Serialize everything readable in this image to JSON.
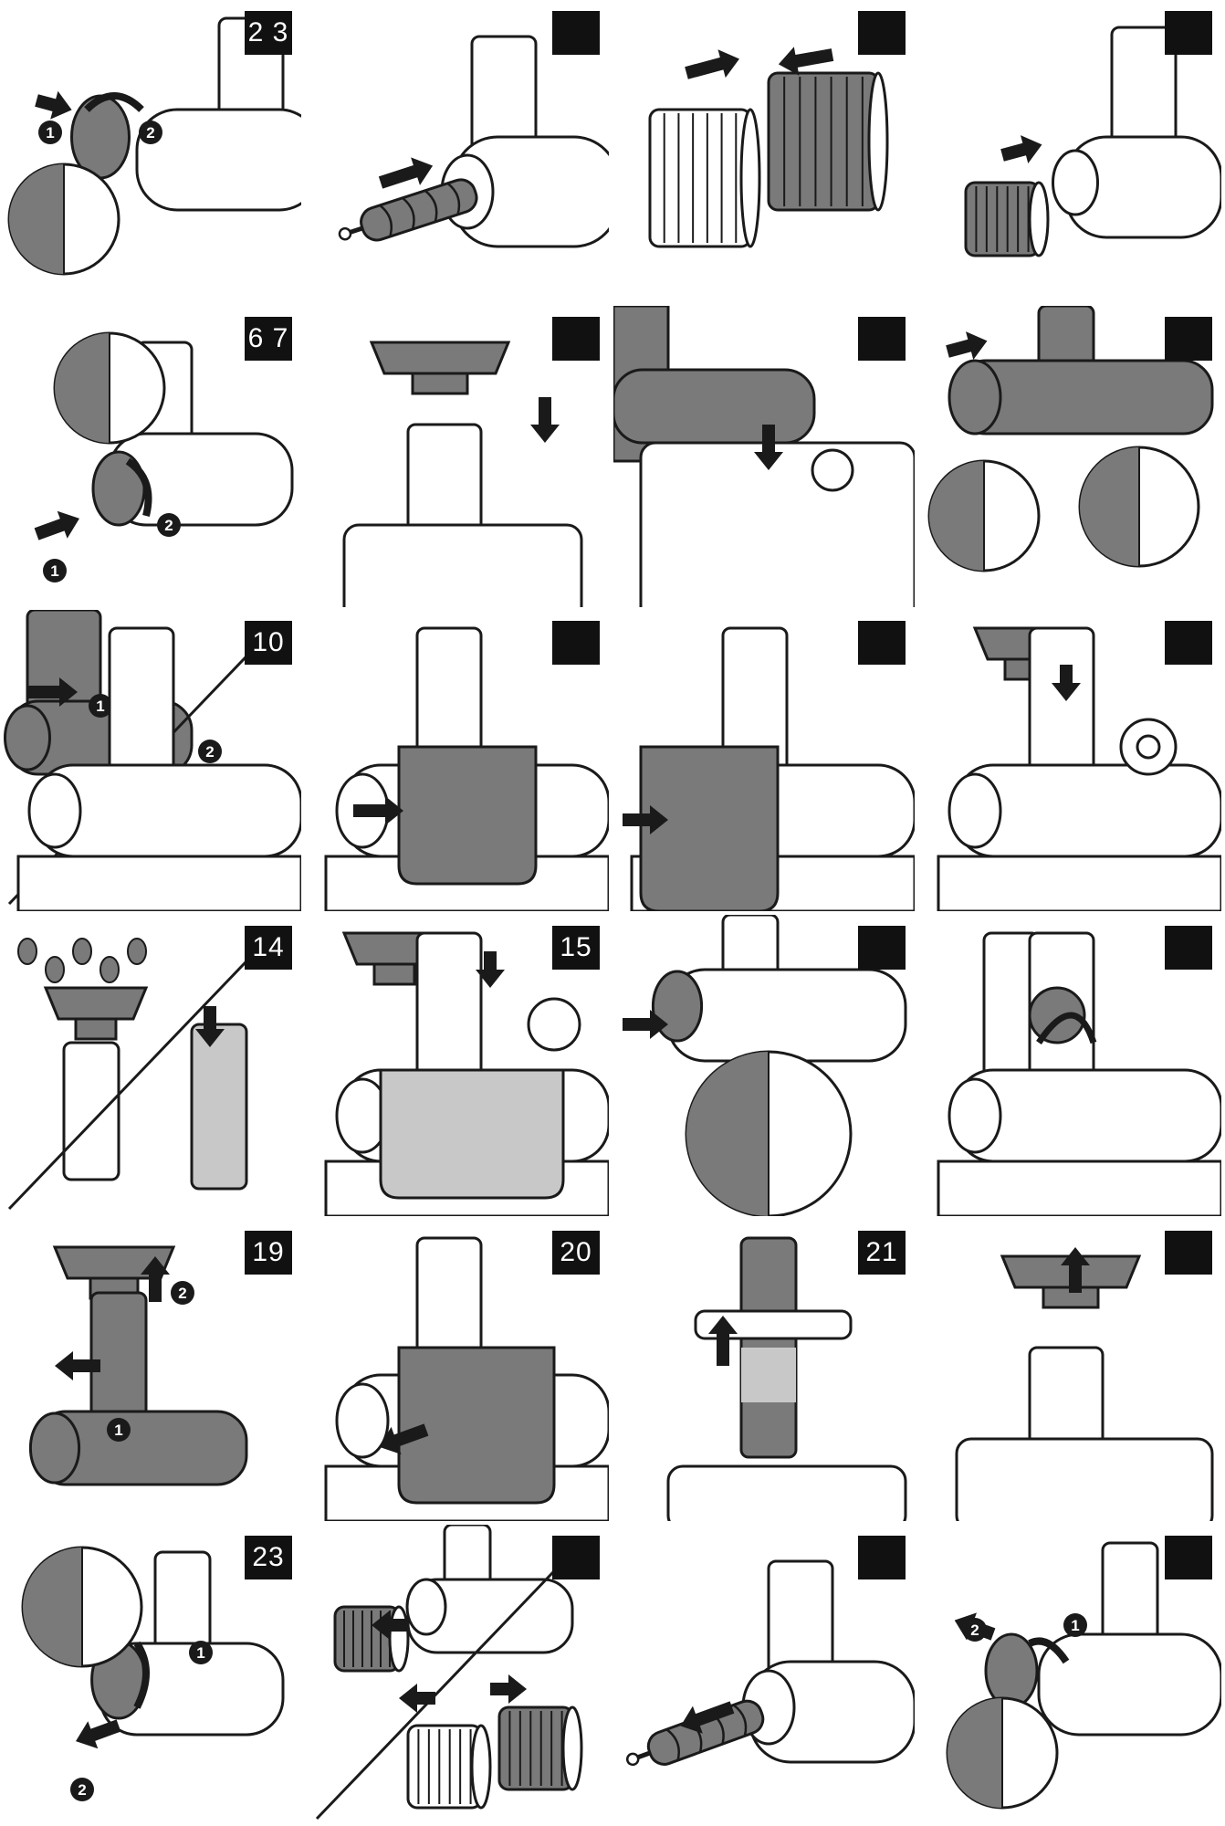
{
  "colors": {
    "ink": "#1a1a1a",
    "shade": "#7a7a7a",
    "light": "#c8c8c8",
    "paper": "#ffffff",
    "badge": "#111111"
  },
  "panels": [
    {
      "label": "2 3",
      "scene": "cap-twist"
    },
    {
      "label": "",
      "scene": "insert-screw"
    },
    {
      "label": "",
      "scene": "two-sieves"
    },
    {
      "label": "",
      "scene": "insert-sieve"
    },
    {
      "label": "6 7",
      "scene": "cap-lock"
    },
    {
      "label": "",
      "scene": "pusher-down"
    },
    {
      "label": "",
      "scene": "tube-latch"
    },
    {
      "label": "",
      "scene": "tube-detail"
    },
    {
      "label": "10",
      "scene": "tube-clamp"
    },
    {
      "label": "",
      "scene": "container-in"
    },
    {
      "label": "",
      "scene": "jug-in"
    },
    {
      "label": "",
      "scene": "power-on"
    },
    {
      "label": "14",
      "scene": "feed-food"
    },
    {
      "label": "15",
      "scene": "reverse-button"
    },
    {
      "label": "",
      "scene": "drip-stop"
    },
    {
      "label": "",
      "scene": "clamp-release"
    },
    {
      "label": "19",
      "scene": "remove-tube"
    },
    {
      "label": "20",
      "scene": "container-out"
    },
    {
      "label": "21",
      "scene": "lift-tube"
    },
    {
      "label": "",
      "scene": "pusher-up"
    },
    {
      "label": "23",
      "scene": "cap-unlock"
    },
    {
      "label": "",
      "scene": "remove-sieve"
    },
    {
      "label": "",
      "scene": "remove-screw"
    },
    {
      "label": "",
      "scene": "cap-remove"
    }
  ]
}
